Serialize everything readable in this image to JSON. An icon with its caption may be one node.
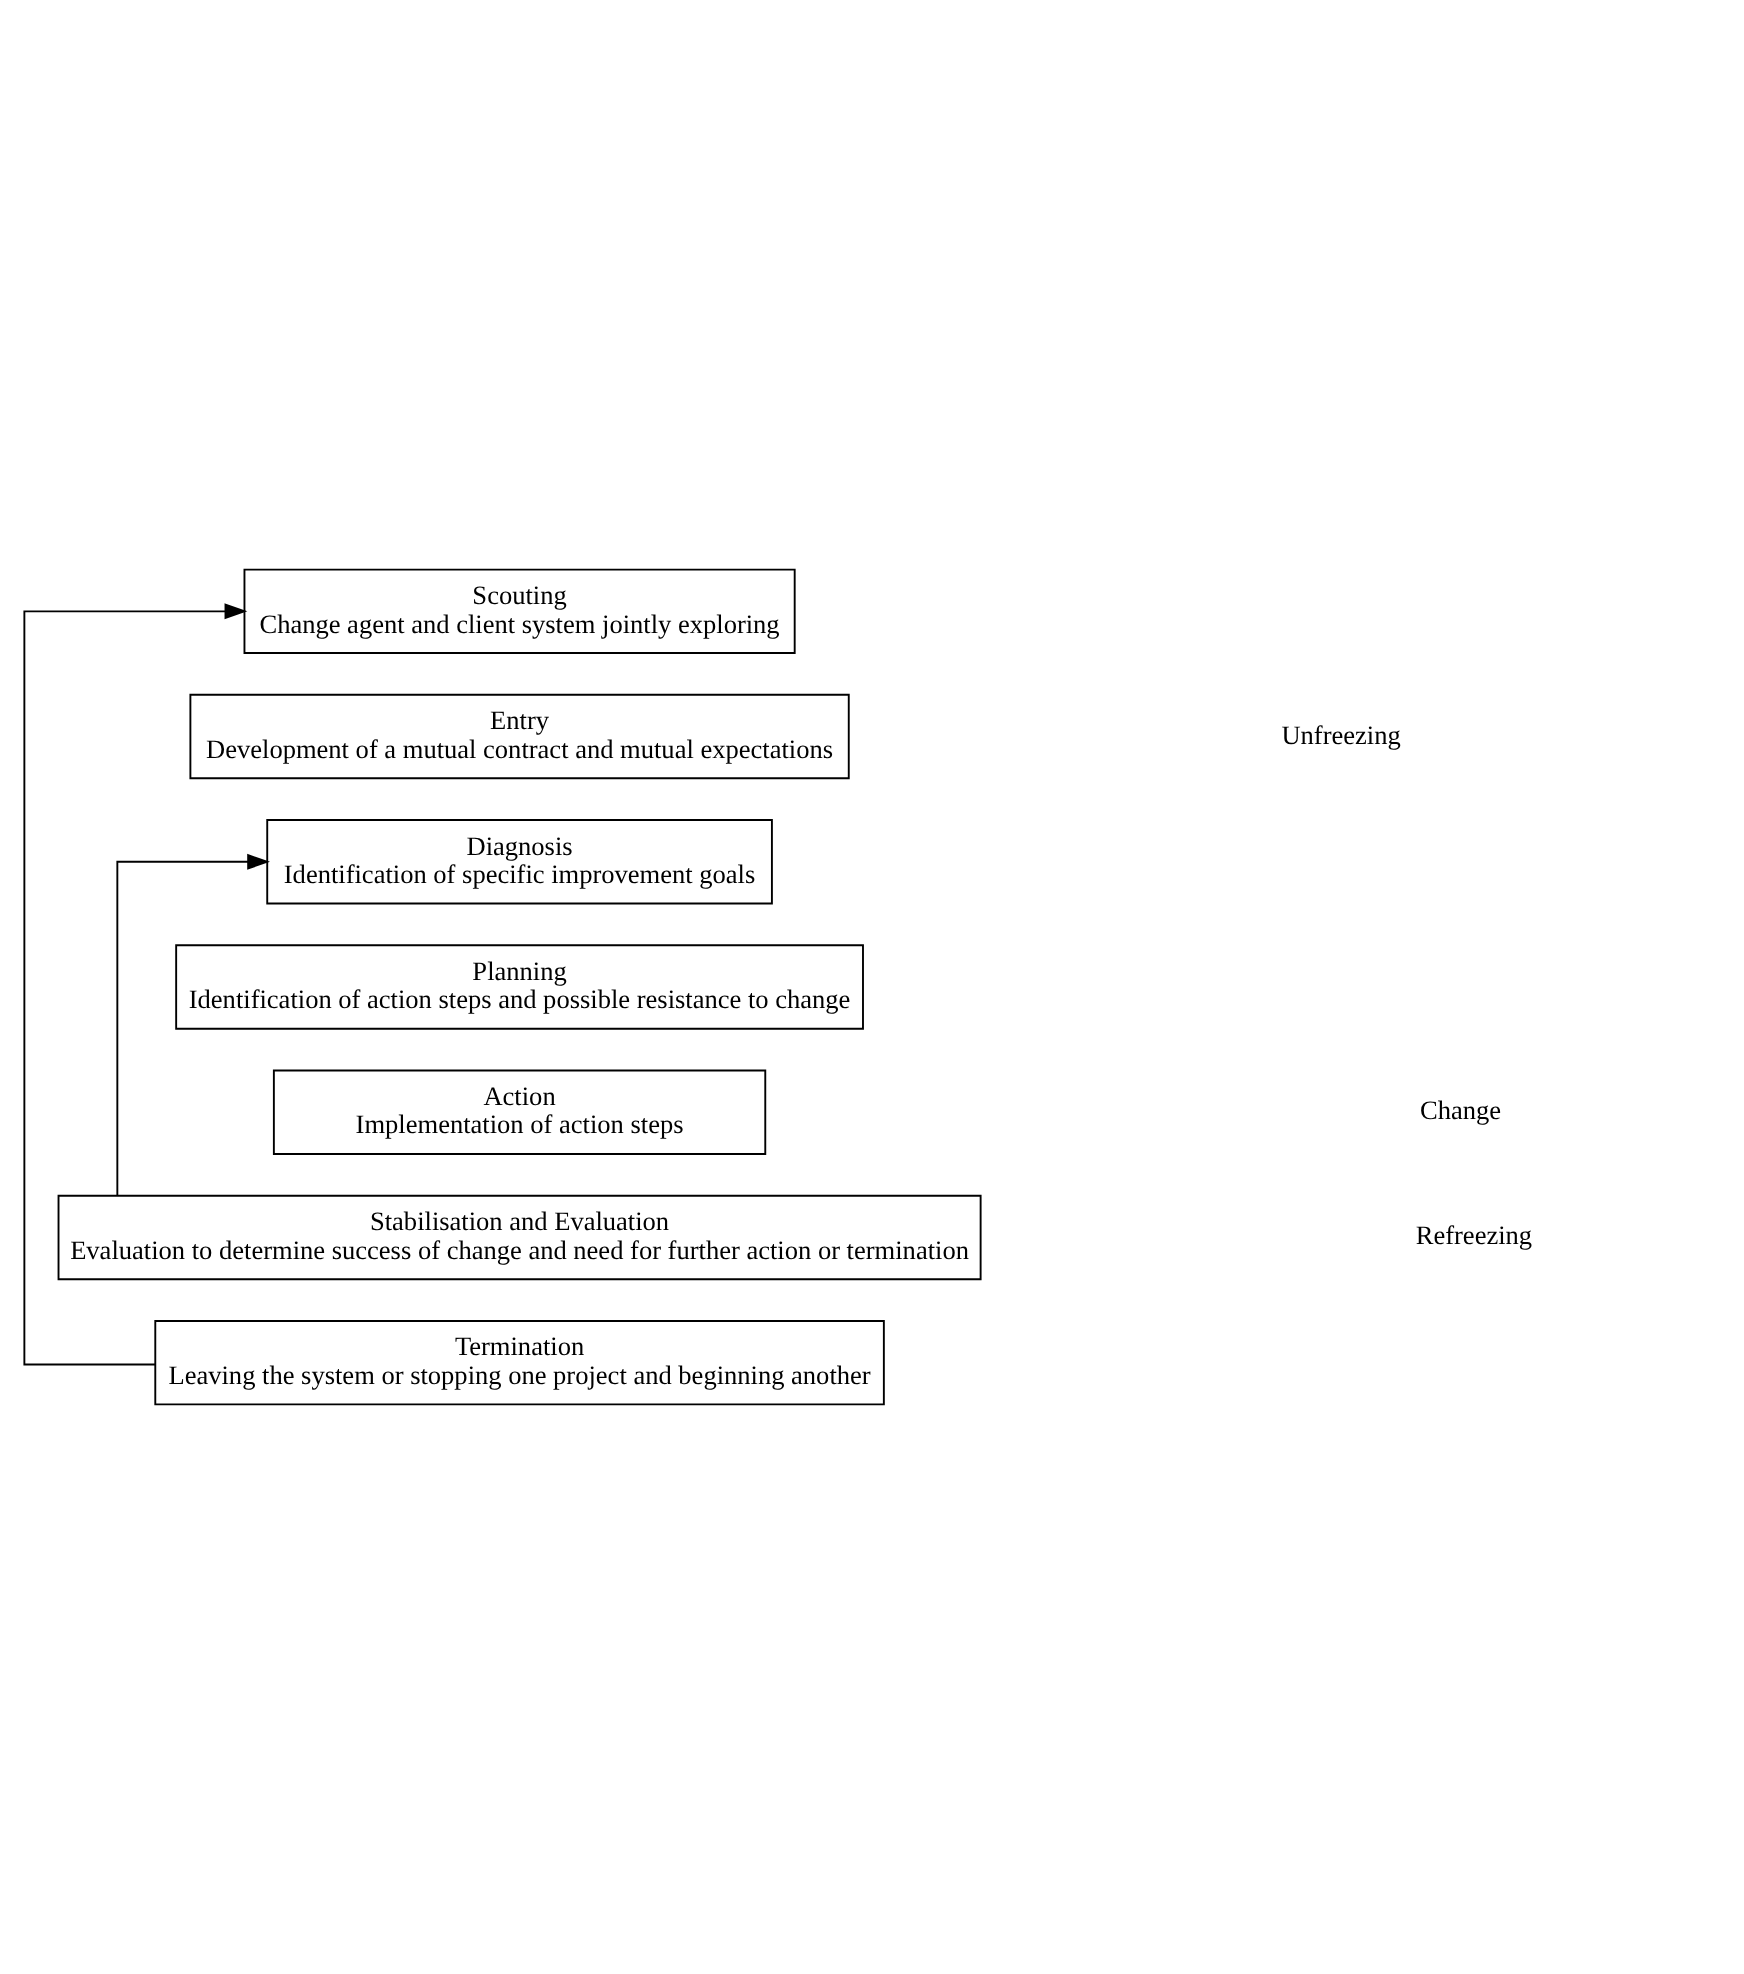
{
  "diagram": {
    "nodes": [
      {
        "text": [
          "Scouting",
          "Change agent and client system jointly exploring"
        ]
      },
      {
        "text": [
          "Entry",
          "Development of a mutual contract and mutual expectations"
        ]
      },
      {
        "text": [
          "Diagnosis",
          "Identification of specific improvement goals"
        ]
      },
      {
        "text": [
          "Planning",
          "Identification of action steps and possible resistance to change"
        ]
      },
      {
        "text": [
          "Action",
          "Implementation of action steps"
        ]
      },
      {
        "text": [
          "Stabilisation and Evaluation",
          "Evaluation to determine success of change and need for further action or termination"
        ]
      },
      {
        "text": [
          "Termination",
          "Leaving the system or stopping one project and beginning another"
        ]
      }
    ],
    "edges": [
      {
        "from": 5,
        "to": 2,
        "arrow": "to"
      },
      {
        "from": 6,
        "to": 0,
        "arrow": "to"
      }
    ],
    "labels": [
      "Unfreezing",
      "Change",
      "Refreezing"
    ]
  }
}
